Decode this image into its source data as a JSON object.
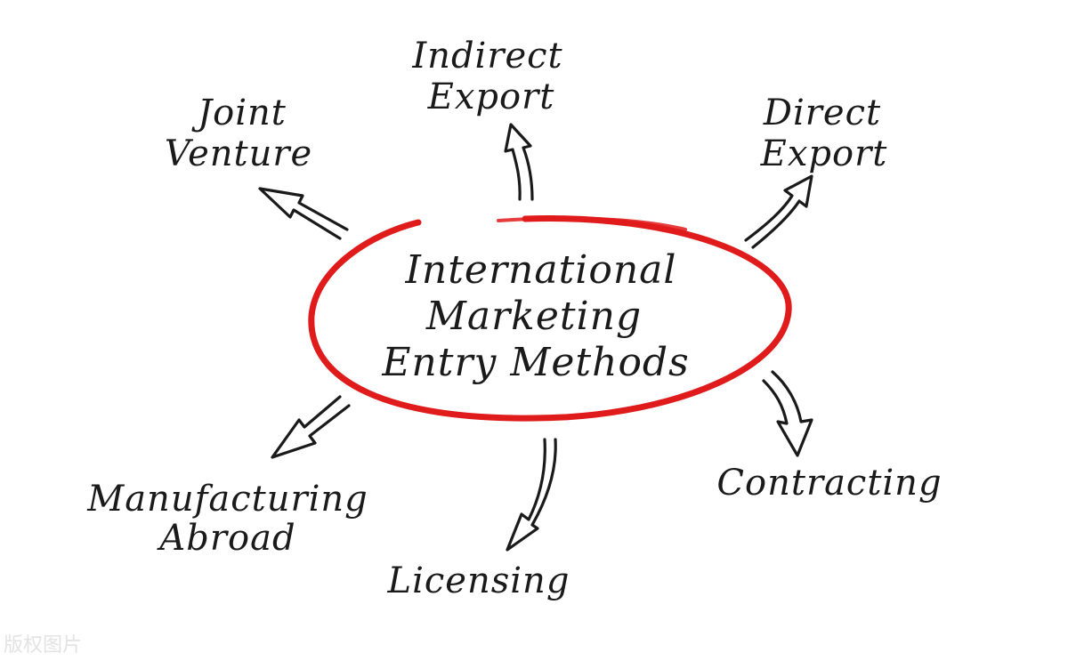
{
  "center": {
    "lines": [
      "International",
      "Marketing",
      "Entry Methods"
    ],
    "ring_color": "#e01b1b"
  },
  "nodes": [
    {
      "id": "indirect-export",
      "lines": [
        "Indirect",
        "Export"
      ]
    },
    {
      "id": "joint-venture",
      "lines": [
        "Joint",
        "Venture"
      ]
    },
    {
      "id": "direct-export",
      "lines": [
        "Direct",
        "Export"
      ]
    },
    {
      "id": "manufacturing-abroad",
      "lines": [
        "Manufacturing",
        "Abroad"
      ]
    },
    {
      "id": "licensing",
      "lines": [
        "Licensing"
      ]
    },
    {
      "id": "contracting",
      "lines": [
        "Contracting"
      ]
    }
  ],
  "watermark": {
    "text": "版权图片"
  },
  "colors": {
    "text": "#1a1a1a",
    "background": "#ffffff"
  }
}
